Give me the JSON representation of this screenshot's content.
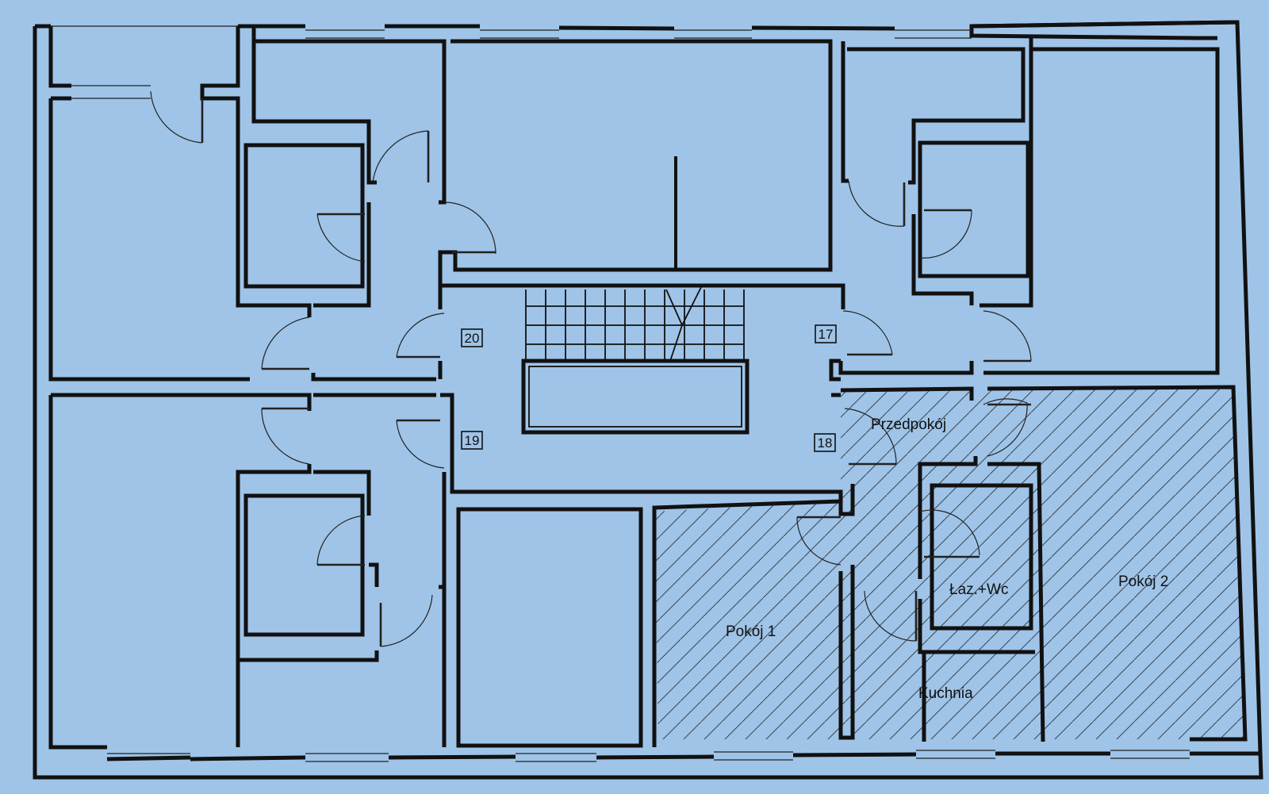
{
  "plan": {
    "apartment_numbers": [
      "20",
      "17",
      "19",
      "18"
    ],
    "rooms": {
      "hall": "Przedpokój",
      "bathroom": "Łaz.+Wc",
      "room1": "Pokój 1",
      "room2": "Pokój 2",
      "kitchen": "Kuchnia"
    }
  },
  "colors": {
    "paper": "#9fc4e8",
    "ink": "#111111"
  }
}
